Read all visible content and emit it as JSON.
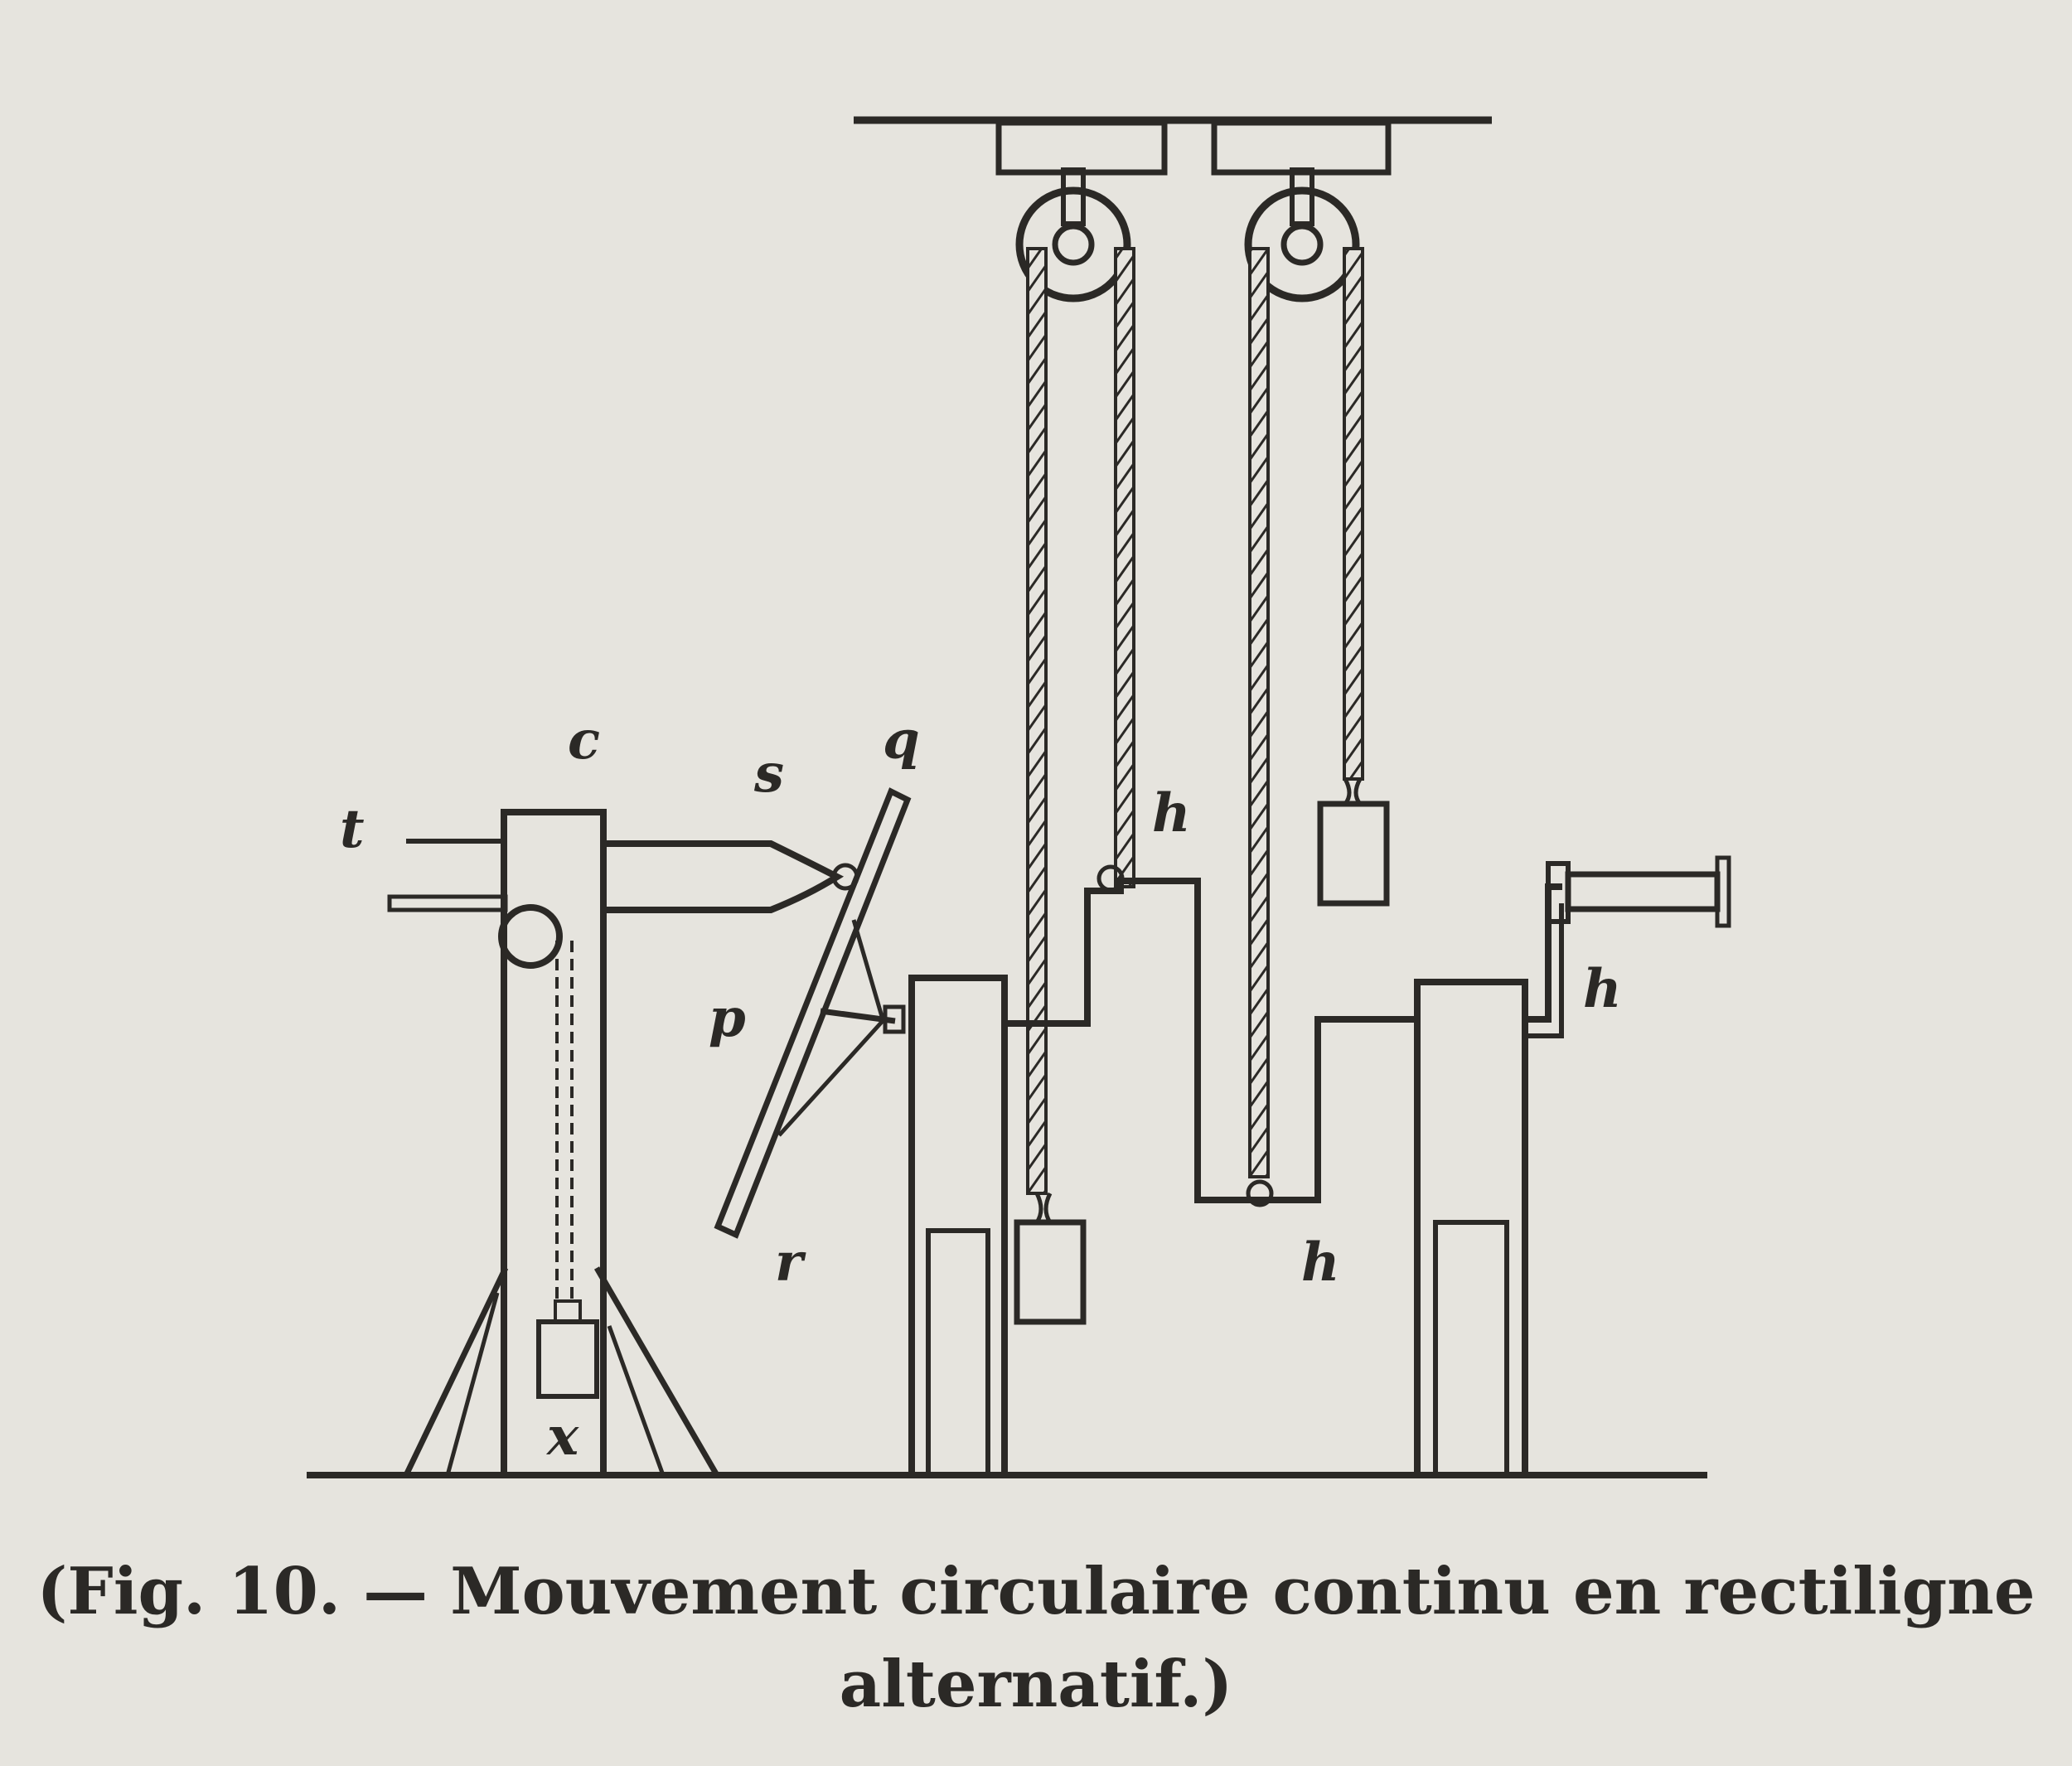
{
  "figure": {
    "labels": {
      "c": "c",
      "t": "t",
      "s": "s",
      "q": "q",
      "p": "p",
      "r": "r",
      "x": "x",
      "h_upper": "h",
      "h_right": "h",
      "h_lower": "h"
    },
    "caption": {
      "line1": "(Fig. 10. — Mouvement circulaire continu en rectiligne",
      "line2": "alternatif.)"
    }
  },
  "colors": {
    "paper": "#e6e4de",
    "ink": "#2b2926"
  }
}
